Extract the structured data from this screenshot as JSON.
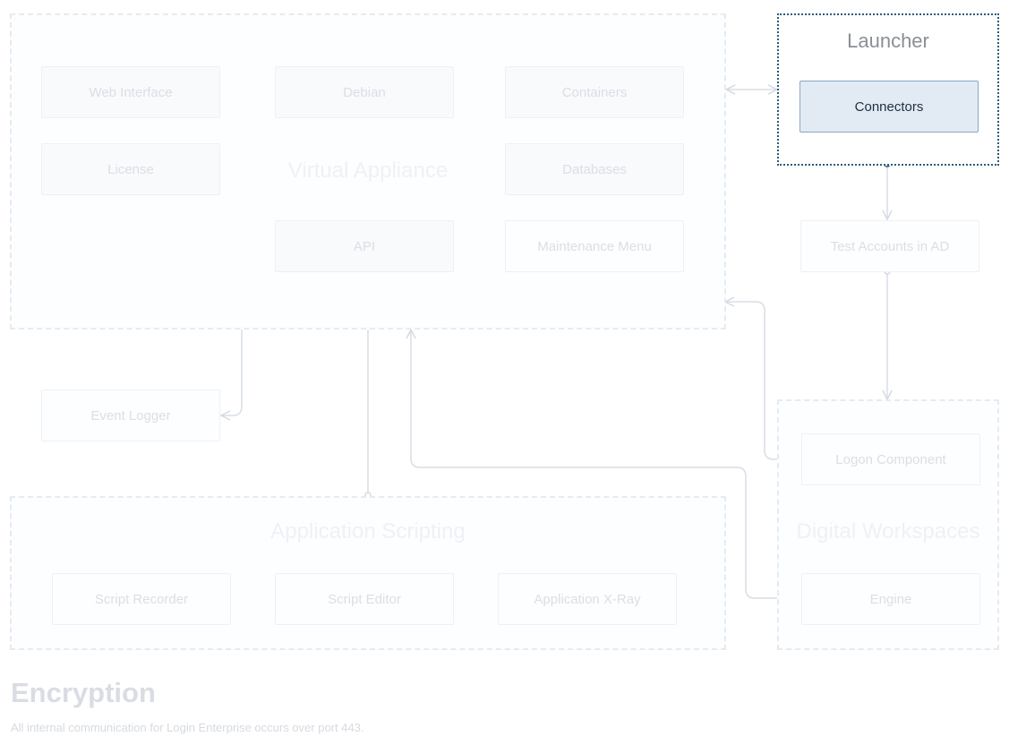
{
  "groups": {
    "virtual_appliance": "Virtual Appliance",
    "launcher": "Launcher",
    "application_scripting": "Application Scripting",
    "digital_workspaces": "Digital Workspaces"
  },
  "nodes": {
    "web_interface": "Web Interface",
    "debian": "Debian",
    "containers": "Containers",
    "license": "License",
    "databases": "Databases",
    "api": "API",
    "maintenance_menu": "Maintenance Menu",
    "connectors": "Connectors",
    "test_accounts": "Test Accounts in AD",
    "event_logger": "Event Logger",
    "logon_component": "Logon Component",
    "script_recorder": "Script Recorder",
    "script_editor": "Script Editor",
    "application_xray": "Application X-Ray",
    "engine": "Engine"
  },
  "footer": {
    "heading": "Encryption",
    "note": "All internal communication for Login Enterprise occurs over port 443."
  },
  "colors": {
    "active_border": "#2b5c7a",
    "active_fill": "#e2ebf4",
    "connector": "#d8dee5"
  }
}
